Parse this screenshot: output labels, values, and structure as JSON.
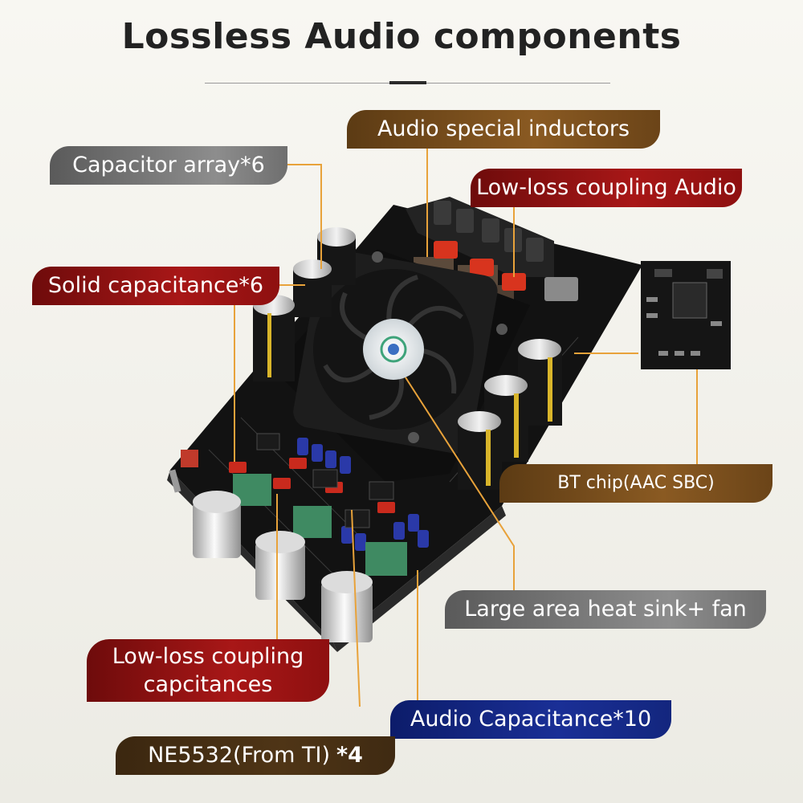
{
  "title": "Lossless Audio components",
  "labels": {
    "audio_special_inductors": "Audio special inductors",
    "capacitor_array": "Capacitor array*6",
    "low_loss_coupling_audio": "Low-loss coupling Audio",
    "solid_capacitance": "Solid capacitance*6",
    "bt_chip": "BT chip(AAC SBC)",
    "heat_sink_fan": "Large area heat sink+ fan",
    "low_loss_coupling_capcitances": "Low-loss coupling capcitances",
    "audio_capacitance": "Audio Capacitance*10",
    "ne5532": "NE5532(From TI)",
    "ne5532_count": "*4"
  },
  "colors": {
    "label_gray": "#7a7a7a",
    "label_brown": "#7a4e1c",
    "label_red": "#9b1313",
    "label_blue": "#17298a",
    "label_dark_brown": "#46301a",
    "leader_line": "#e8a23a",
    "pcb": "#161616",
    "fan": "#1c1c1c"
  }
}
